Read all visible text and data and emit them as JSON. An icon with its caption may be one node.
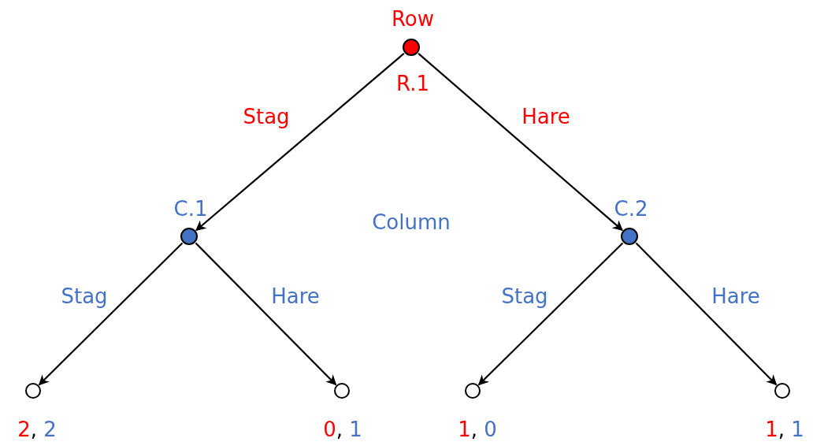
{
  "diagram": {
    "nodes": [
      {
        "text": [
          "Row"
        ],
        "beside": [
          "R.1"
        ]
      },
      {
        "text": [
          "C.1"
        ]
      },
      {
        "text": [
          "C.2"
        ]
      },
      {
        "text": [],
        "shape": "circle",
        "beside": [
          "2, 2"
        ]
      },
      {
        "text": [],
        "shape": "circle",
        "beside": [
          "0, 1"
        ]
      },
      {
        "text": [],
        "shape": "circle",
        "beside": [
          "1, 0"
        ]
      },
      {
        "text": [],
        "shape": "circle",
        "beside": [
          "1, 1"
        ]
      }
    ],
    "edges": [
      {
        "from": 0,
        "to": 1,
        "arrow": "to",
        "label": "Stag"
      },
      {
        "from": 0,
        "to": 2,
        "arrow": "to",
        "label": "Hare"
      },
      {
        "from": 1,
        "to": 3,
        "arrow": "to",
        "label": "Stag"
      },
      {
        "from": 1,
        "to": 4,
        "arrow": "to",
        "label": "Hare"
      },
      {
        "from": 2,
        "to": 5,
        "arrow": "to",
        "label": "Stag"
      },
      {
        "from": 2,
        "to": 6,
        "arrow": "to",
        "label": "Hare"
      }
    ],
    "labels": [
      "Column"
    ]
  }
}
